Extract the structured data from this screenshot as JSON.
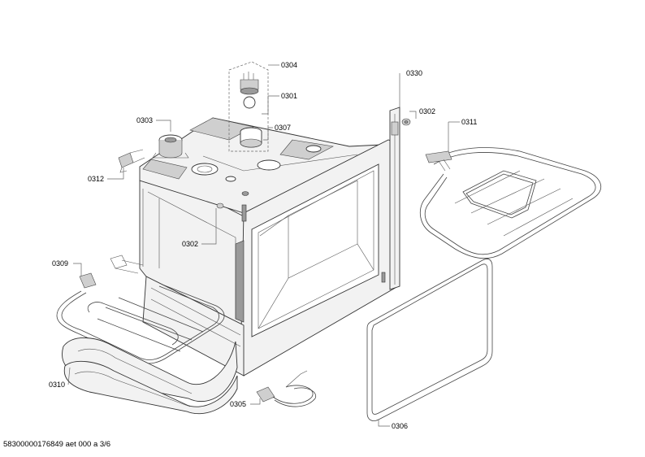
{
  "labels": {
    "p0301": "0301",
    "p0302_top": "0302",
    "p0302_mid": "0302",
    "p0303": "0303",
    "p0304": "0304",
    "p0305": "0305",
    "p0306": "0306",
    "p0307": "0307",
    "p0309": "0309",
    "p0310": "0310",
    "p0311": "0311",
    "p0312": "0312",
    "p0330": "0330"
  },
  "footer": "58300000176849 aet 000 a 3/6"
}
